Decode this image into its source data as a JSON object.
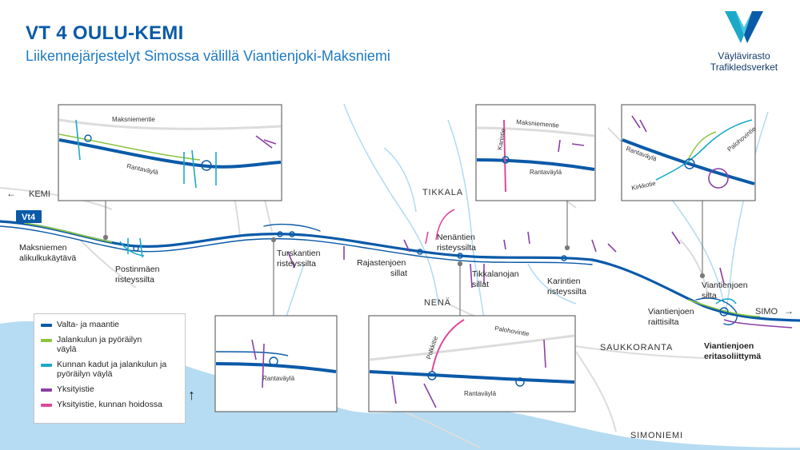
{
  "header": {
    "title": "VT 4 OULU-KEMI",
    "subtitle": "Liikennejärjestelyt Simossa välillä Viantienjoki-Maksniemi"
  },
  "logo": {
    "line1": "Väylävirasto",
    "line2": "Trafikledsverket",
    "icon": "vaylavirasto-v-logo"
  },
  "colors": {
    "main_road": "#0a5aa8",
    "pedestrian": "#8cc63f",
    "municipal": "#1ba9c9",
    "private": "#8b3fa3",
    "private_municipal": "#e0489a",
    "water": "#b5dcf2",
    "minor_road": "#dcdcdc",
    "callout_line": "#7a7a7a"
  },
  "directions": {
    "west": "KEMI",
    "east": "SIMO",
    "west_arrow": "←",
    "east_arrow": "→"
  },
  "road_badge": "Vt4",
  "north_arrow": "↑",
  "places": {
    "tikkala": "TIKKALA",
    "nena": "NENÄ",
    "saukkoranta": "SAUKKORANTA",
    "simoniemi": "SIMONIEMI"
  },
  "labels": {
    "maksniemen": [
      "Maksniemen",
      "alikulkukäytävä"
    ],
    "postinmaen": [
      "Postinmäen",
      "risteyssilta"
    ],
    "turskantien": [
      "Turskantien",
      "risteyssilta"
    ],
    "rajastenjoen": [
      "Rajastenjoen",
      "sillat"
    ],
    "nenantien": [
      "Nenäntien",
      "risteyssilta"
    ],
    "tikkalanojan": [
      "Tikkalanojan",
      "sillat"
    ],
    "karintien": [
      "Karintien",
      "risteyssilta"
    ],
    "viantienjoen_silta": [
      "Viantienjoen",
      "silta"
    ],
    "viantienjoen_raitti": [
      "Viantienjoen",
      "raittisilta"
    ],
    "viantienjoen_eritaso": [
      "Viantienjoen",
      "eritasoliittymä"
    ]
  },
  "insets": {
    "maksniemi": {
      "road1": "Maksniementie",
      "road2": "Rantaväylä"
    },
    "turskanti": {
      "road1": "Rantaväylä"
    },
    "karintie": {
      "road1": "Maksniementie",
      "road2": "Rantaväylä",
      "road3": "Karintie"
    },
    "nenantie": {
      "road1": "Palohovintie",
      "road2": "Rantaväylä",
      "road3": "Polkkitie"
    },
    "viantienjoki": {
      "road1": "Rantaväylä",
      "road2": "Palohovintie",
      "road3": "Kirkkotie"
    }
  },
  "legend": [
    {
      "label": "Valta- ja maantie",
      "color": "#0a5aa8"
    },
    {
      "label": "Jalankulun ja pyöräilyn väylä",
      "color": "#8cc63f"
    },
    {
      "label": "Kunnan kadut ja jalankulun ja pyöräilyn väylä",
      "color": "#1ba9c9"
    },
    {
      "label": "Yksityistie",
      "color": "#8b3fa3"
    },
    {
      "label": "Yksityistie, kunnan hoidossa",
      "color": "#e0489a"
    }
  ]
}
